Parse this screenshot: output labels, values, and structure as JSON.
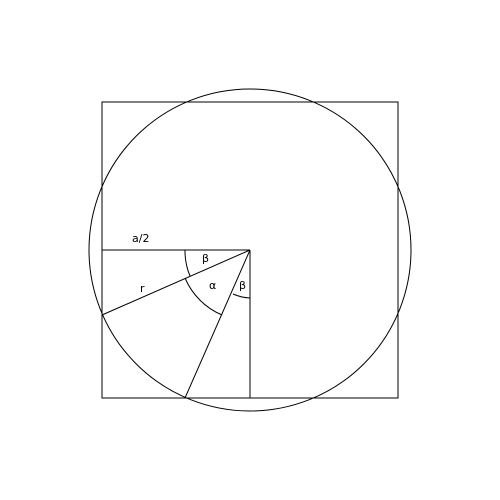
{
  "labels": {
    "half_side": "a/2",
    "radius": "r",
    "alpha": "α",
    "beta_upper": "β",
    "beta_lower": "β"
  },
  "colors": {
    "background": "#ffffff",
    "line": "#000000"
  }
}
